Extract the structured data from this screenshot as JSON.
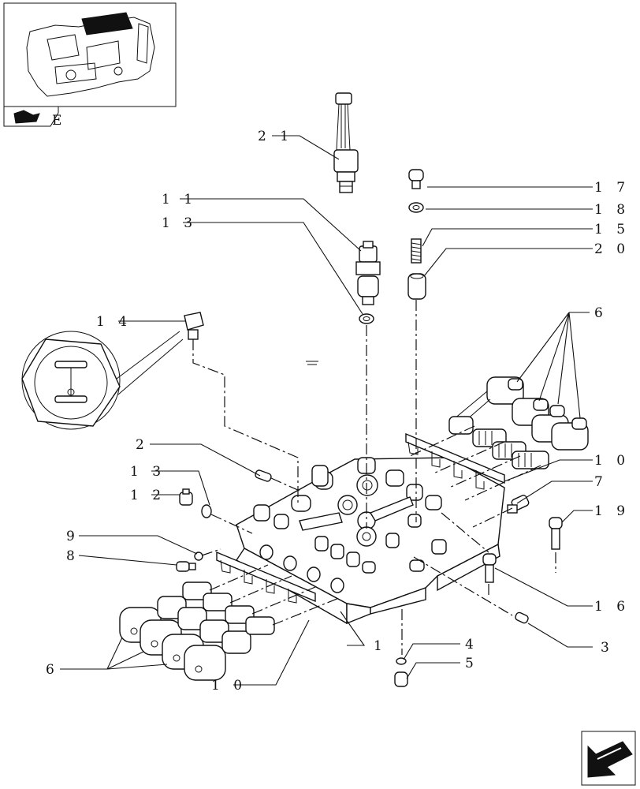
{
  "thumbnail": {
    "tab_label": "E"
  },
  "labels": {
    "p21": "2 1",
    "p11": "1 1",
    "p13a": "1 3",
    "p14": "1 4",
    "p17": "1 7",
    "p18": "1 8",
    "p15": "1 5",
    "p20": "2 0",
    "p6a": "6",
    "p10a": "1 0",
    "p7": "7",
    "p19": "1 9",
    "p16": "1 6",
    "p3": "3",
    "p2": "2",
    "p13b": "1 3",
    "p12": "1 2",
    "p9": "9",
    "p8": "8",
    "p6b": "6",
    "p10b": "1 0",
    "p1": "1",
    "p4": "4",
    "p5": "5"
  },
  "icons": {
    "nav": "next-page-arrow-icon",
    "thumb": "transmission-housing-icon",
    "detail": "hex-plug-detail-icon"
  },
  "colors": {
    "ink": "#111111",
    "paper": "#ffffff"
  }
}
